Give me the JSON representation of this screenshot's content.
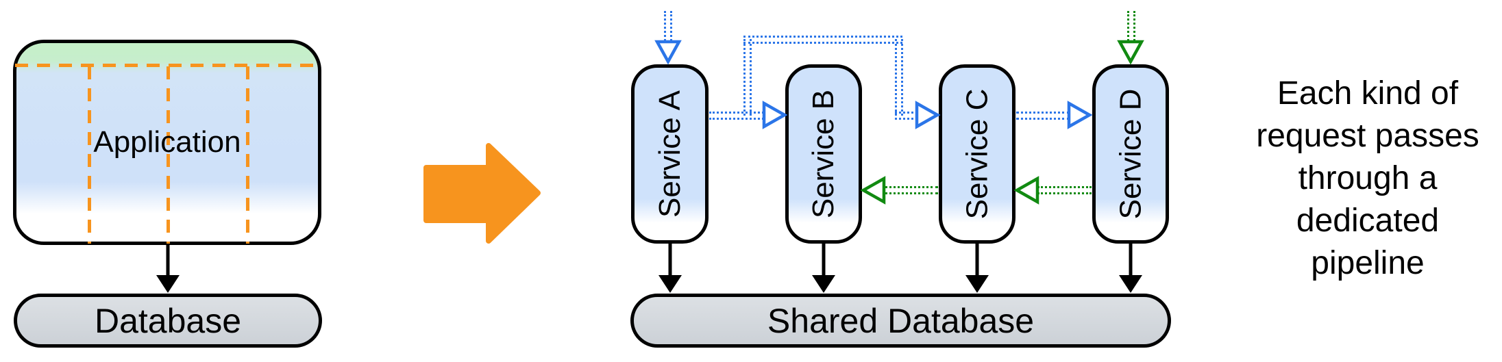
{
  "monolith": {
    "app_label": "Application",
    "db_label": "Database"
  },
  "pipeline": {
    "services": [
      {
        "label": "Service A"
      },
      {
        "label": "Service B"
      },
      {
        "label": "Service C"
      },
      {
        "label": "Service D"
      }
    ],
    "db_label": "Shared Database"
  },
  "annotation": {
    "lines": [
      "Each kind of",
      "request passes",
      "through a",
      "dedicated",
      "pipeline"
    ]
  },
  "colors": {
    "blue_pipeline": "#2b75e8",
    "green_pipeline": "#118a11",
    "orange_accent": "#f7941e",
    "service_fill": "#cfe2fb",
    "app_blue_fill": "#cfe1f9",
    "app_green_band": "#c5f0c7",
    "database_fill": "#d3d7dc",
    "outline": "#000000"
  }
}
